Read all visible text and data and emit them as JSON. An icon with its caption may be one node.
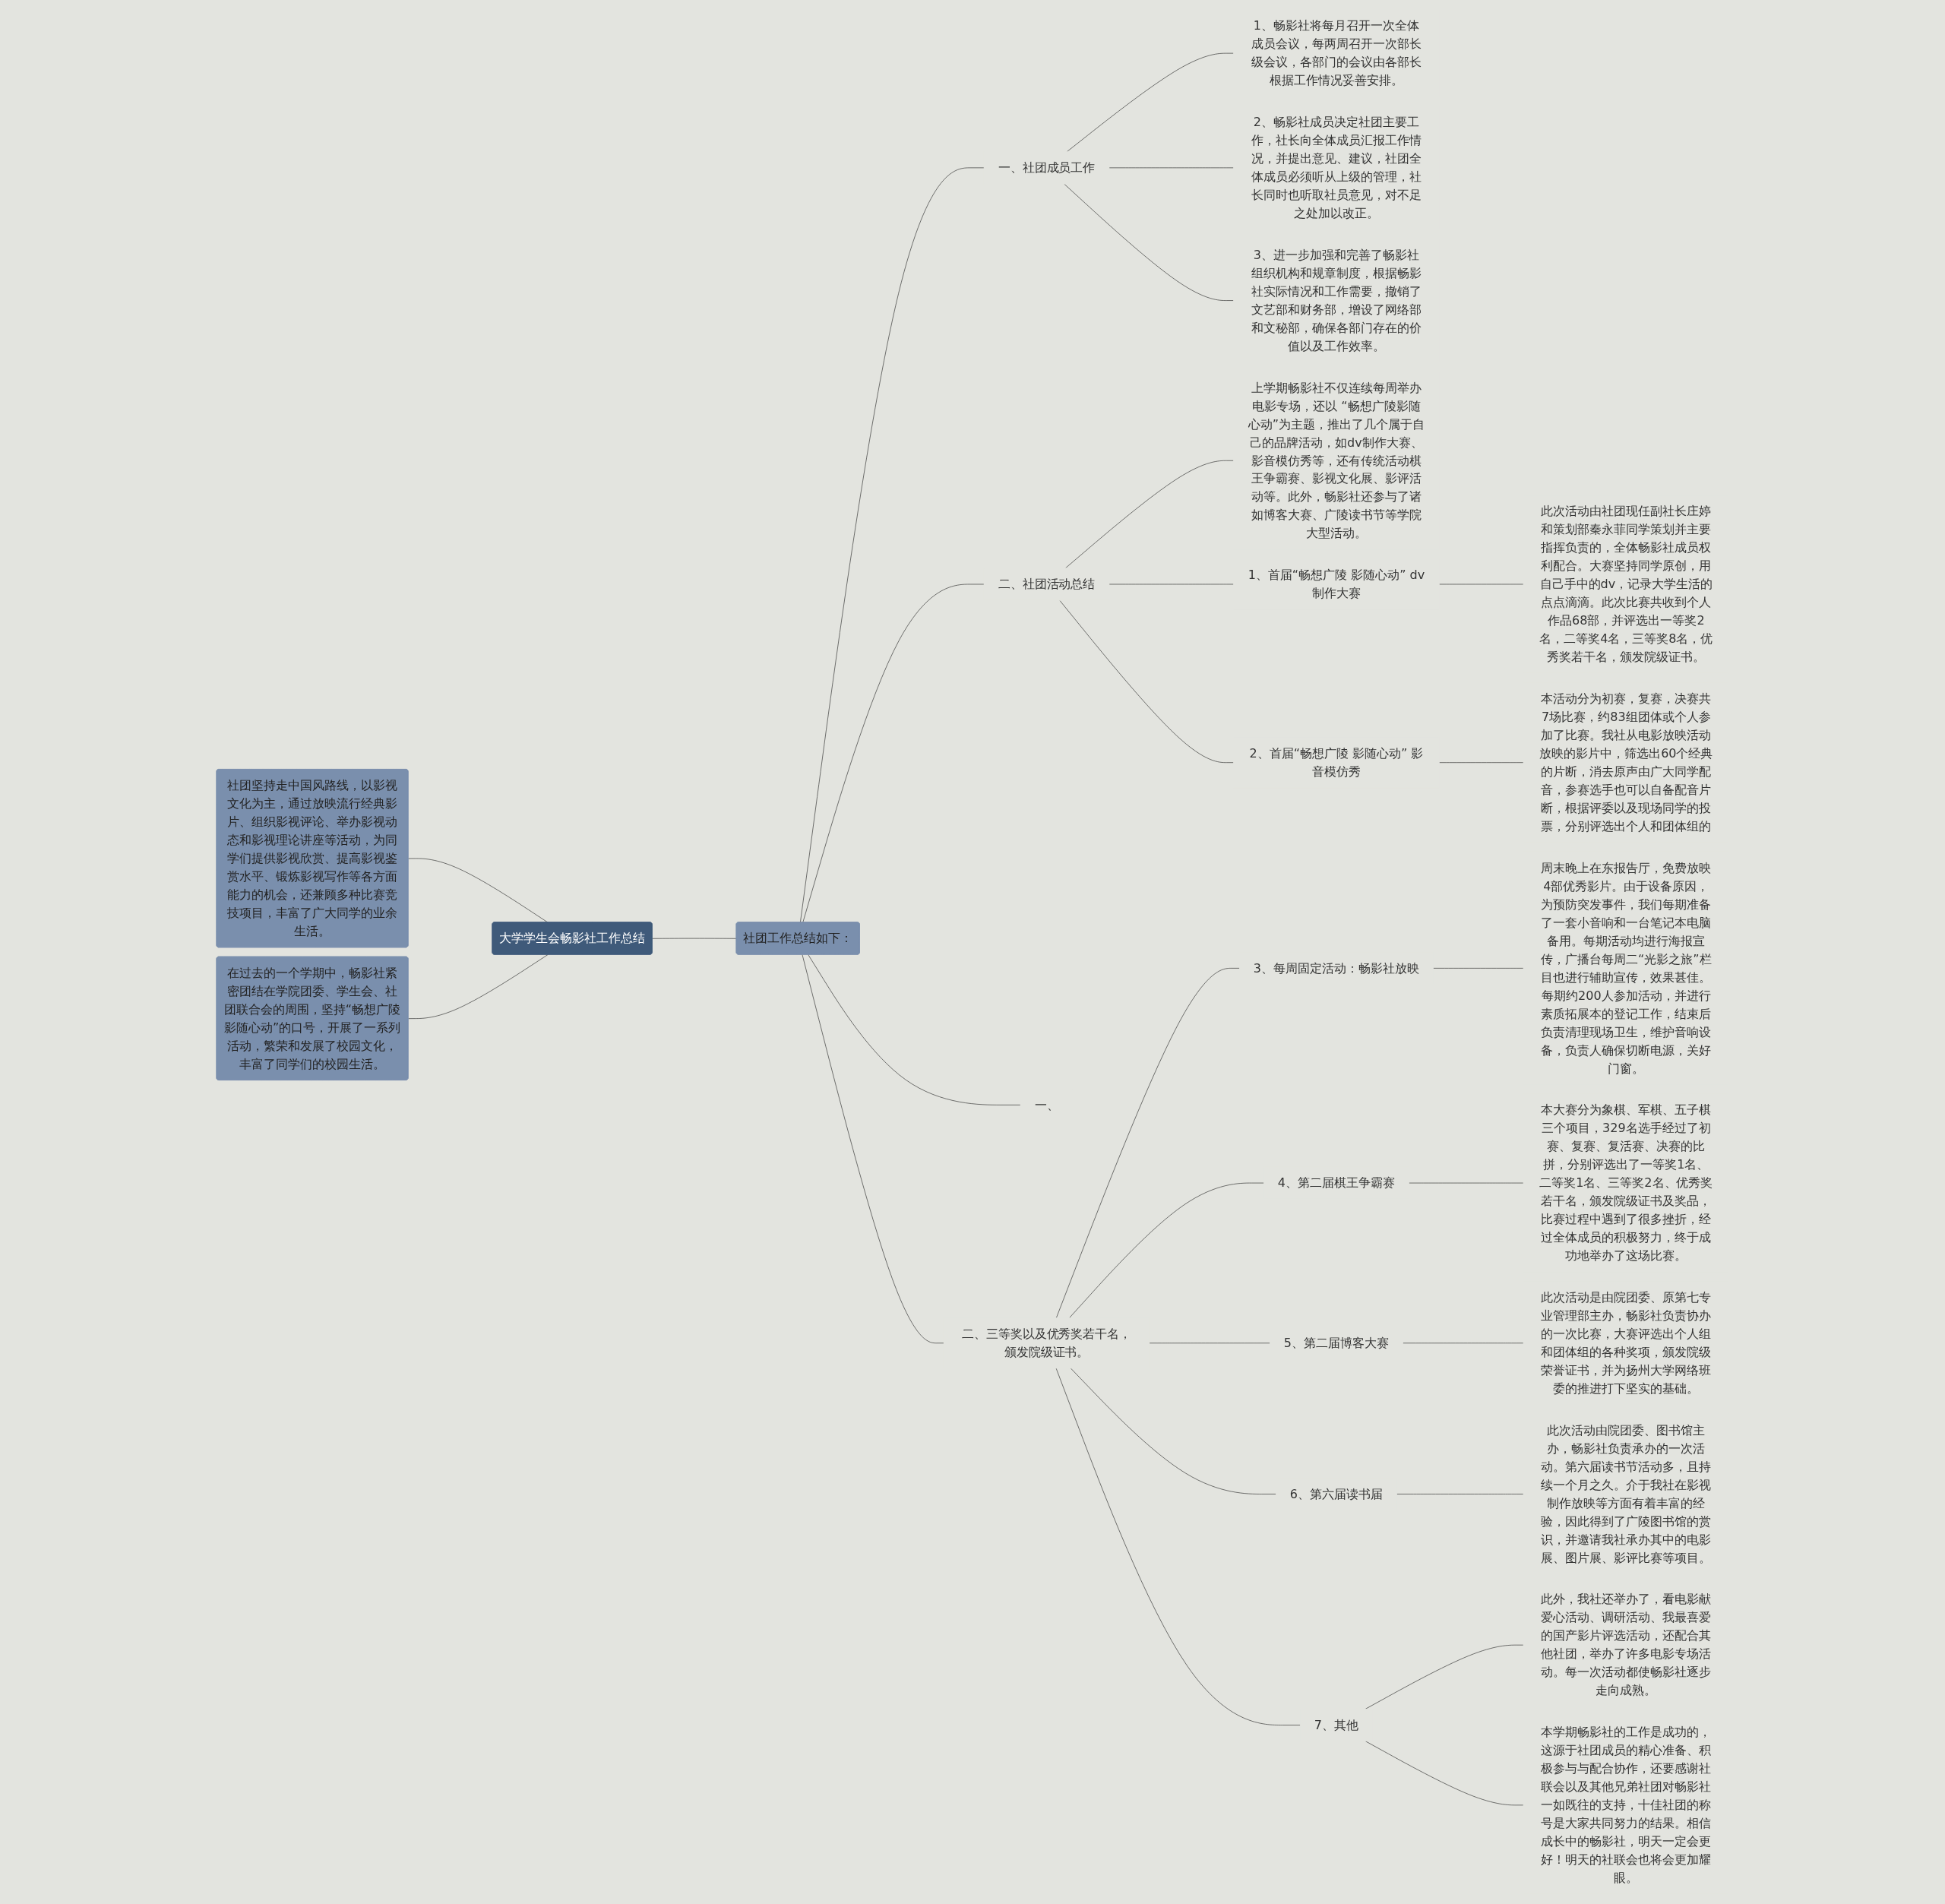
{
  "diagram": {
    "nodes": [
      {
        "text": [
          "大学学生会畅影社工作总结"
        ]
      },
      {
        "text": [
          "社团坚持走中国风路线，以影视文化为主，通过放映流行经典影片、组织影视评论、举办影视动态和影视理论讲座等活动，为同学们提供影视欣赏、提高影视鉴赏水平、锻炼影视写作等各方面能力的机会，还兼顾多种比赛竞技项目，丰富了广大同学的业余生活。"
        ]
      },
      {
        "text": [
          "在过去的一个学期中，畅影社紧密团结在学院团委、学生会、社团联合会的周围，坚持“畅想广陵影随心动”的口号，开展了一系列活动，繁荣和发展了校园文化，丰富了同学们的校园生活。"
        ]
      },
      {
        "text": [
          "社团工作总结如下："
        ]
      },
      {
        "text": [
          "一、社团成员工作"
        ]
      },
      {
        "text": [
          "1、畅影社将每月召开一次全体成员会议，每两周召开一次部长级会议，各部门的会议由各部长根据工作情况妥善安排。"
        ]
      },
      {
        "text": [
          "2、畅影社成员决定社团主要工作，社长向全体成员汇报工作情况，并提出意见、建议，社团全体成员必须听从上级的管理，社长同时也听取社员意见，对不足之处加以改正。"
        ]
      },
      {
        "text": [
          "3、进一步加强和完善了畅影社组织机构和规章制度，根据畅影社实际情况和工作需要，撤销了文艺部和财务部，增设了网络部和文秘部，确保各部门存在的价值以及工作效率。"
        ]
      },
      {
        "text": [
          "二、社团活动总结"
        ]
      },
      {
        "text": [
          "上学期畅影社不仅连续每周举办电影专场，还以 “畅想广陵影随心动”为主题，推出了几个属于自己的品牌活动，如dv制作大赛、影音模仿秀等，还有传统活动棋王争霸赛、影视文化展、影评活动等。此外，畅影社还参与了诸如博客大赛、广陵读书节等学院大型活动。"
        ]
      },
      {
        "text": [
          "1、首届“畅想广陵 影随心动” dv制作大赛"
        ]
      },
      {
        "text": [
          "此次活动由社团现任副社长庄婷和策划部秦永菲同学策划并主要指挥负责的，全体畅影社成员权利配合。大赛坚持同学原创，用自己手中的dv，记录大学生活的点点滴滴。此次比赛共收到个人作品68部，并评选出一等奖2名，二等奖4名，三等奖8名，优秀奖若干名，颁发院级证书。"
        ]
      },
      {
        "text": [
          "2、首届“畅想广陵 影随心动” 影音模仿秀"
        ]
      },
      {
        "text": [
          "本活动分为初赛，复赛，决赛共7场比赛，约83组团体或个人参加了比赛。我社从电影放映活动放映的影片中，筛选出60个经典的片断，消去原声由广大同学配音，参赛选手也可以自备配音片断，根据评委以及现场同学的投票，分别评选出个人和团体组的"
        ]
      },
      {
        "text": [
          "一、"
        ]
      },
      {
        "text": [
          "二、三等奖以及优秀奖若干名，颁发院级证书。"
        ]
      },
      {
        "text": [
          "3、每周固定活动：畅影社放映"
        ]
      },
      {
        "text": [
          "周末晚上在东报告厅，免费放映4部优秀影片。由于设备原因，为预防突发事件，我们每期准备了一套小音响和一台笔记本电脑备用。每期活动均进行海报宣传，广播台每周二“光影之旅”栏目也进行辅助宣传，效果甚佳。每期约200人参加活动，并进行素质拓展本的登记工作，结束后负责清理现场卫生，维护音响设备，负责人确保切断电源，关好门窗。"
        ]
      },
      {
        "text": [
          "4、第二届棋王争霸赛"
        ]
      },
      {
        "text": [
          "本大赛分为象棋、军棋、五子棋三个项目，329名选手经过了初赛、复赛、复活赛、决赛的比拼，分别评选出了一等奖1名、二等奖1名、三等奖2名、优秀奖若干名，颁发院级证书及奖品，比赛过程中遇到了很多挫折，经过全体成员的积极努力，终于成功地举办了这场比赛。"
        ]
      },
      {
        "text": [
          "5、第二届博客大赛"
        ]
      },
      {
        "text": [
          "此次活动是由院团委、原第七专业管理部主办，畅影社负责协办的一次比赛，大赛评选出个人组和团体组的各种奖项，颁发院级荣誉证书，并为扬州大学网络班委的推进打下坚实的基础。"
        ]
      },
      {
        "text": [
          "6、第六届读书届"
        ]
      },
      {
        "text": [
          "此次活动由院团委、图书馆主办，畅影社负责承办的一次活动。第六届读书节活动多，且持续一个月之久。介于我社在影视制作放映等方面有着丰富的经验，因此得到了广陵图书馆的赏识，并邀请我社承办其中的电影展、图片展、影评比赛等项目。"
        ]
      },
      {
        "text": [
          "7、其他"
        ]
      },
      {
        "text": [
          "此外，我社还举办了，看电影献爱心活动、调研活动、我最喜爱的国产影片评选活动，还配合其他社团，举办了许多电影专场活动。每一次活动都使畅影社逐步走向成熟。"
        ]
      },
      {
        "text": [
          "本学期畅影社的工作是成功的，这源于社团成员的精心准备、积极参与与配合协作，还要感谢社联会以及其他兄弟社团对畅影社一如既往的支持，十佳社团的称号是大家共同努力的结果。相信成长中的畅影社，明天一定会更好！明天的社联会也将会更加耀眼。"
        ]
      }
    ],
    "edges": [
      {
        "from": 0,
        "to": 1,
        "arrow": "none"
      },
      {
        "from": 0,
        "to": 2,
        "arrow": "none"
      },
      {
        "from": 0,
        "to": 3,
        "arrow": "none"
      },
      {
        "from": 3,
        "to": 4,
        "arrow": "none"
      },
      {
        "from": 4,
        "to": 5,
        "arrow": "none"
      },
      {
        "from": 4,
        "to": 6,
        "arrow": "none"
      },
      {
        "from": 4,
        "to": 7,
        "arrow": "none"
      },
      {
        "from": 3,
        "to": 8,
        "arrow": "none"
      },
      {
        "from": 8,
        "to": 9,
        "arrow": "none"
      },
      {
        "from": 8,
        "to": 10,
        "arrow": "none"
      },
      {
        "from": 10,
        "to": 11,
        "arrow": "none"
      },
      {
        "from": 8,
        "to": 12,
        "arrow": "none"
      },
      {
        "from": 12,
        "to": 13,
        "arrow": "none"
      },
      {
        "from": 3,
        "to": 14,
        "arrow": "none"
      },
      {
        "from": 3,
        "to": 15,
        "arrow": "none"
      },
      {
        "from": 15,
        "to": 16,
        "arrow": "none"
      },
      {
        "from": 16,
        "to": 17,
        "arrow": "none"
      },
      {
        "from": 15,
        "to": 18,
        "arrow": "none"
      },
      {
        "from": 18,
        "to": 19,
        "arrow": "none"
      },
      {
        "from": 15,
        "to": 20,
        "arrow": "none"
      },
      {
        "from": 20,
        "to": 21,
        "arrow": "none"
      },
      {
        "from": 15,
        "to": 22,
        "arrow": "none"
      },
      {
        "from": 22,
        "to": 23,
        "arrow": "none"
      },
      {
        "from": 15,
        "to": 24,
        "arrow": "none"
      },
      {
        "from": 24,
        "to": 25,
        "arrow": "none"
      },
      {
        "from": 24,
        "to": 26,
        "arrow": "none"
      }
    ]
  }
}
